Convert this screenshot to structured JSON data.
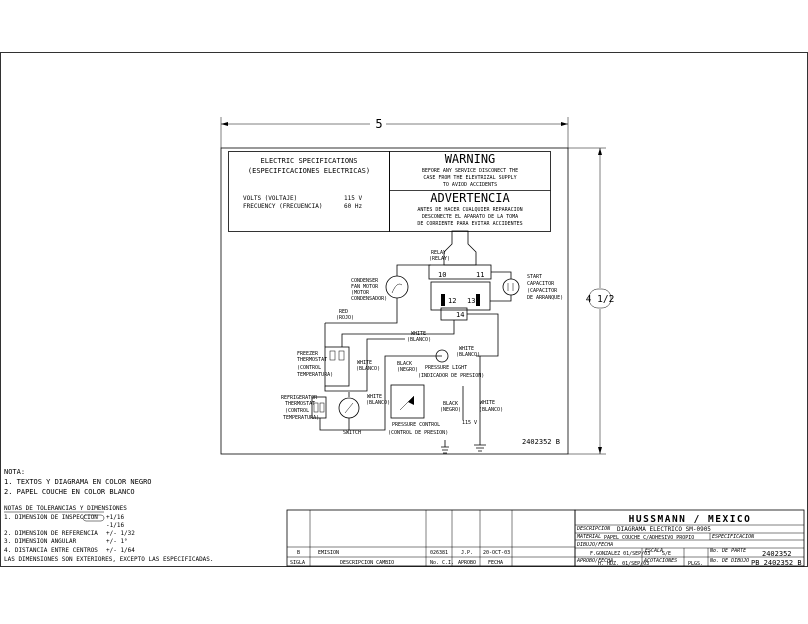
{
  "dimensions": {
    "width_label": "5",
    "height_label": "4 1/2"
  },
  "specs": {
    "title_en": "ELECTRIC SPECIFICATIONS",
    "title_es": "(ESPECIFICACIONES ELECTRICAS)",
    "volts_label": "VOLTS (VOLTAJE)",
    "volts_value": "115 V",
    "freq_label": "FRECUENCY (FRECUENCIA)",
    "freq_value": "60 Hz"
  },
  "warning": {
    "title": "WARNING",
    "lines": [
      "BEFORE ANY SERVICE DISCONECT THE",
      "CASE FROM THE ELEVTRIZAL SUPPLY",
      "TO AVIOD ACCIDENTS"
    ]
  },
  "advertencia": {
    "title": "ADVERTENCIA",
    "lines": [
      "ANTES DE HACER CUALQUIER REPARACION",
      "DESCONECTE EL APARATO DE LA TOMA",
      "DE CORRIENTE PARA EVITAR ACCIDENTES"
    ]
  },
  "diagram": {
    "relay": [
      "RELAY",
      "(RELAY)"
    ],
    "terminals": {
      "t10": "10",
      "t11": "11",
      "t12": "12",
      "t13": "13",
      "t14": "14"
    },
    "condenser": [
      "CONDENSER",
      "FAN MOTOR",
      "(MOTOR",
      "CONDENSADOR)"
    ],
    "start_cap": [
      "START",
      "CAPACITOR",
      "(CAPACITOR",
      "DE ARRANQUE)"
    ],
    "red": [
      "RED",
      "(ROJO)"
    ],
    "white1": [
      "WHITE",
      "(BLANCO)"
    ],
    "white2": [
      "WHITE",
      "(BLANCO)"
    ],
    "freezer": [
      "FREEZER",
      "THERMOSTAT",
      "(CONTROL",
      "TEMPERATURA)"
    ],
    "white_freezer": [
      "WHITE",
      "(BLANCO)"
    ],
    "black": [
      "BLACK",
      "(NEGRO)"
    ],
    "pressure_light": [
      "PRESSURE LIGHT",
      "(INDICADOR DE PRESION)"
    ],
    "refrigerator": [
      "REFRIGERATOR",
      "THERMOSTAT",
      "(CONTROL",
      "TEMPERATURA)"
    ],
    "white_ref": [
      "WHITE",
      "(BLANCO)"
    ],
    "black2": [
      "BLACK",
      "(NEGRO)"
    ],
    "white3": [
      "WHITE",
      "(BLANCO)"
    ],
    "switch": "SWITCH",
    "pressure_control": [
      "PRESSURE CONTROL",
      "(CONTROL DE PRESION)"
    ],
    "supply": "115 V",
    "part_number": "2402352  B"
  },
  "notes": {
    "title": "NOTA:",
    "items": [
      "1. TEXTOS Y DIAGRAMA EN COLOR NEGRO",
      "2. PAPEL COUCHE EN COLOR BLANCO"
    ]
  },
  "tolerances": {
    "title": "NOTAS DE TOLERANCIAS Y DIMENSIONES",
    "rows": [
      {
        "label": "1. DIMENSION DE INSPECCION",
        "value": "+1/16"
      },
      {
        "label": "",
        "value": "-1/16"
      },
      {
        "label": "2. DIMENSION DE REFERENCIA",
        "value": "+/- 1/32"
      },
      {
        "label": "3. DIMENSION ANGULAR",
        "value": "+/- 1°"
      },
      {
        "label": "4. DISTANCIA ENTRE CENTROS",
        "value": "+/- 1/64"
      }
    ],
    "footer": "LAS DIMENSIONES SON EXTERIORES, EXCEPTO LAS ESPECIFICADAS."
  },
  "revisions": {
    "row": {
      "sigla": "B",
      "desc": "EMISION",
      "ecn": "026381",
      "approved": "J.P.",
      "date": "20-OCT-03"
    },
    "headers": {
      "sigla": "SIGLA",
      "desc": "DESCRIPCION CAMBIO",
      "ecn": "No. C.I.",
      "approved": "APROBO",
      "date": "FECHA"
    }
  },
  "title_block": {
    "company": "HUSSMANN / MEXICO",
    "descripcion_label": "DESCRIPCION",
    "descripcion": "DIAGRAMA ELECTRICO SM-0905",
    "material_label": "MATERIAL",
    "material": "PAPEL COUCHE C/ADHESIVO PROPIO",
    "especificacion_label": "ESPECIFICACION",
    "dibujo_label": "DIBUJO/FECHA",
    "dibujo": "F.GONZALEZ 01/SEP/03",
    "escala_label": "ESCALA",
    "escala": "S/E",
    "parte_label": "No. DE PARTE",
    "parte": "2402352",
    "aprobo_label": "APROBO/FECHA",
    "aprobo": "H. HDZ. 01/SEP/03",
    "acotaciones_label": "ACOTACIONES",
    "acotaciones": "PLGS.",
    "plano_label": "No. DE DIBUJO",
    "plano": "PB 2402352 B"
  }
}
